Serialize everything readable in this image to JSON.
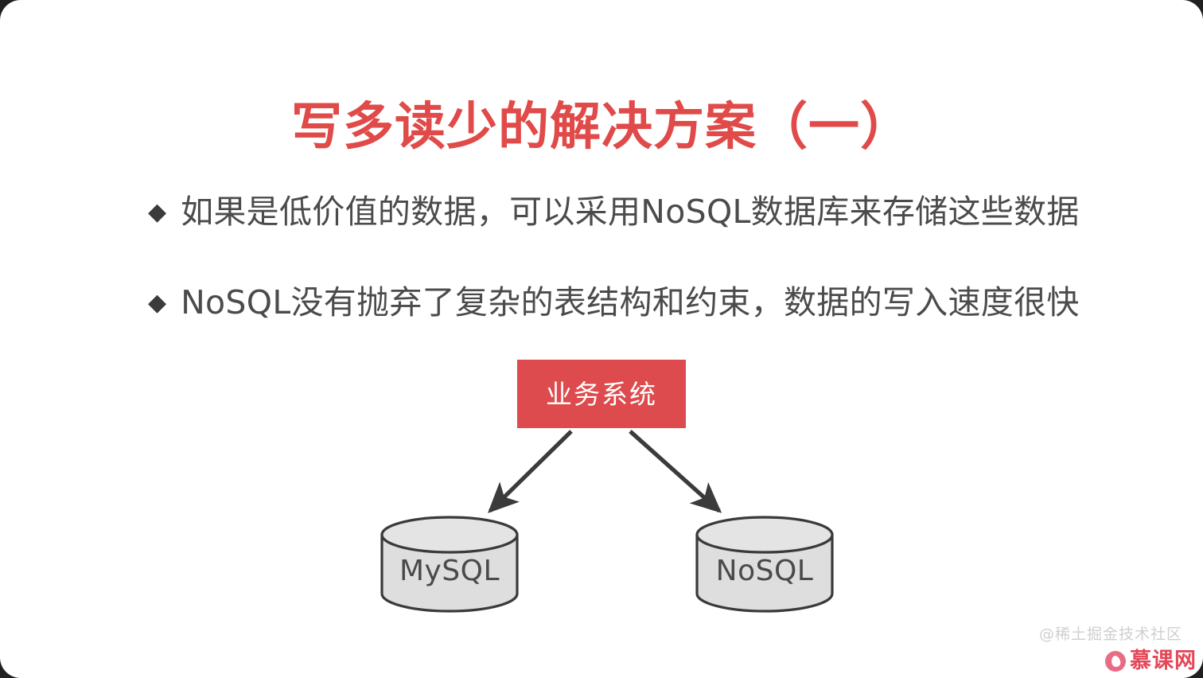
{
  "slide": {
    "title": "写多读少的解决方案（一）",
    "title_color": "#e04a48",
    "background_color": "#ffffff"
  },
  "bullets": [
    {
      "marker": "◆",
      "text": "如果是低价值的数据，可以采用NoSQL数据库来存储这些数据"
    },
    {
      "marker": "◆",
      "text": "NoSQL没有抛弃了复杂的表结构和约束，数据的写入速度很快"
    }
  ],
  "diagram": {
    "source": {
      "label": "业务系统",
      "fill_color": "#dd4b4e",
      "text_color": "#ffffff"
    },
    "databases": [
      {
        "label": "MySQL",
        "fill_color": "#dedede",
        "stroke_color": "#3a3a3a"
      },
      {
        "label": "NoSQL",
        "fill_color": "#dedede",
        "stroke_color": "#3a3a3a"
      }
    ],
    "arrows": [
      {
        "from": "业务系统",
        "to": "MySQL"
      },
      {
        "from": "业务系统",
        "to": "NoSQL"
      }
    ],
    "arrow_color": "#3b3b3b"
  },
  "watermark": {
    "text": "@稀土掘金技术社区",
    "brand": "慕课网",
    "brand_color": "#e1384a"
  }
}
